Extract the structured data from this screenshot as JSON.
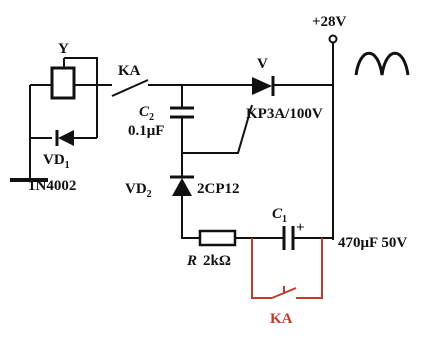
{
  "labels": {
    "supply": "+28V",
    "relay_coil": "Y",
    "relay_contact": "KA",
    "relay_contact_lower": "KA",
    "thyristor": "V",
    "thyristor_model": "KP3A/100V",
    "c2_name": "C",
    "c2_sub": "2",
    "c2_value": "0.1μF",
    "vd1_name": "VD",
    "vd1_sub": "1",
    "vd1_model": "1N4002",
    "vd2_name": "VD",
    "vd2_sub": "2",
    "vd2_model": "2CP12",
    "c1_name": "C",
    "c1_sub": "1",
    "c1_polarity": "+",
    "c1_value": "470μF 50V",
    "r_name": "R",
    "r_value": "2kΩ"
  },
  "colors": {
    "line": "#111111",
    "red_contact": "#c23a2a"
  }
}
